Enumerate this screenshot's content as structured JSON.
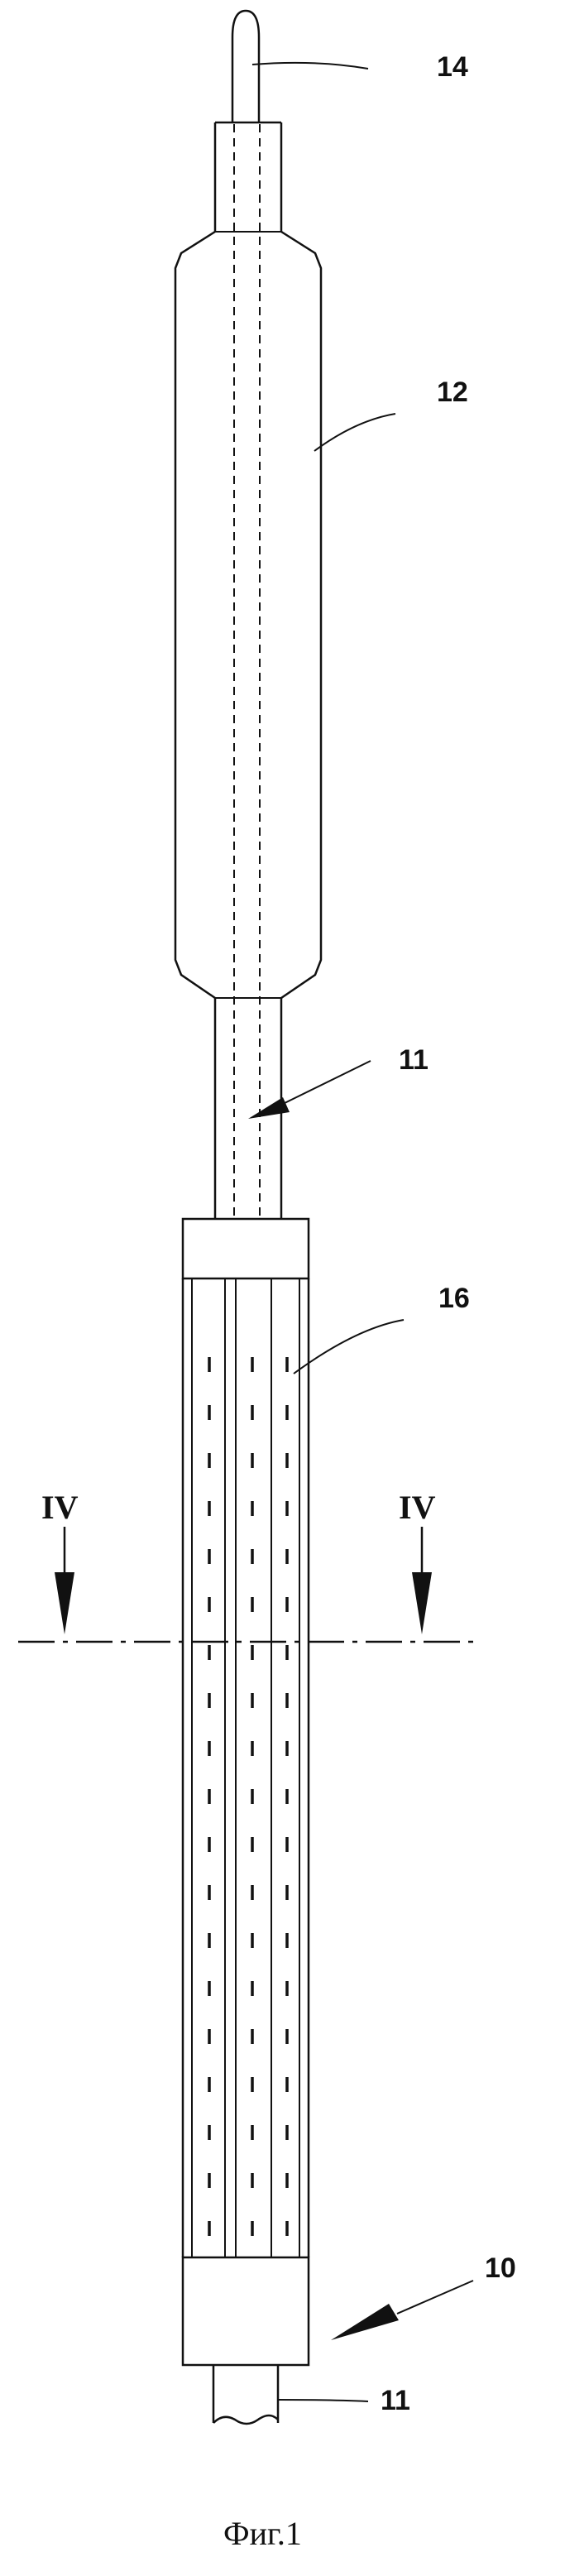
{
  "figure": {
    "labels": {
      "tip": "14",
      "balloon": "12",
      "shaft_upper": "11",
      "filter_sleeve": "16",
      "section_left": "IV",
      "section_right": "IV",
      "assembly": "10",
      "shaft_lower": "11"
    },
    "caption": "Фиг.1"
  }
}
